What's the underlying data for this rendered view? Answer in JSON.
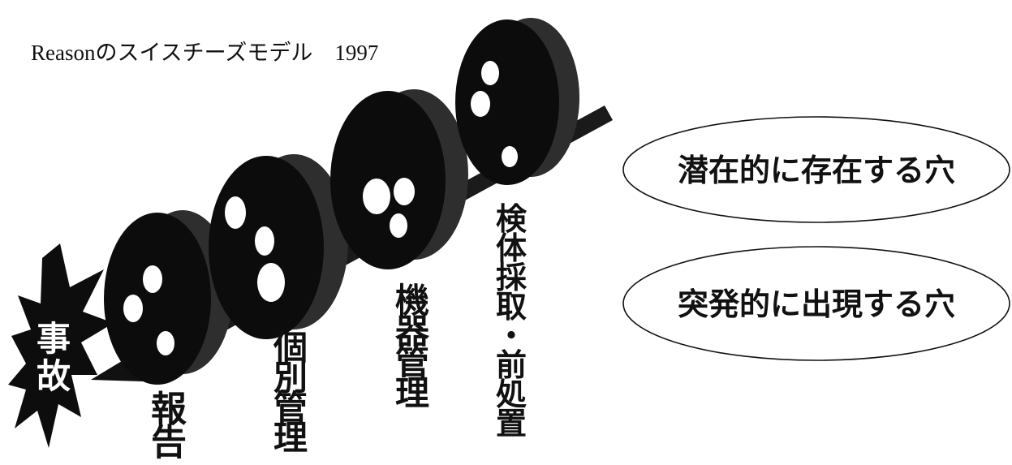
{
  "title": "Reasonのスイスチーズモデル　1997",
  "accident": {
    "chars": [
      "事",
      "故"
    ]
  },
  "barriers": [
    {
      "id": "report",
      "chars": [
        "報",
        "告"
      ]
    },
    {
      "id": "individual",
      "chars": [
        "個",
        "別",
        "管",
        "理"
      ]
    },
    {
      "id": "equipment",
      "chars": [
        "機",
        "器",
        "管",
        "理"
      ]
    },
    {
      "id": "sampling",
      "chars": [
        "検",
        "体",
        "採",
        "取",
        "・",
        "前",
        "処",
        "置"
      ]
    }
  ],
  "legend": {
    "latent": "潜在的に存在する穴",
    "sudden": "突発的に出現する穴"
  },
  "colors": {
    "disc": "#0c0c0c",
    "disc_edge": "#2e2e2e",
    "hole": "#ffffff",
    "text": "#111111"
  }
}
